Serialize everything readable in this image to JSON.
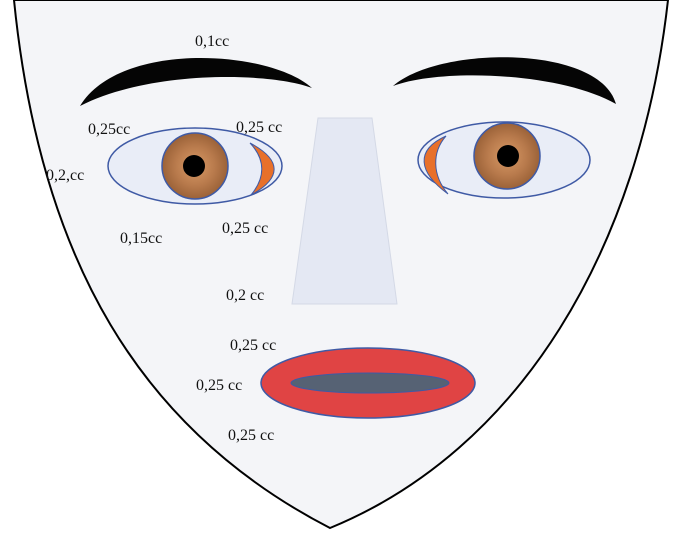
{
  "labels": {
    "eyebrow": "0,1cc",
    "upper_lid_inner": "0,25cc",
    "upper_lid_outer": "0,25 cc",
    "eye_inner_corner": "0,2,cc",
    "lower_lid_inner": "0,15cc",
    "lower_lid_outer": "0,25 cc",
    "nose": "0,2 cc",
    "lip_top": "0,25 cc",
    "lip_middle": "0,25 cc",
    "lip_bottom": "0,25 cc"
  },
  "colors": {
    "face_fill": "#f4f5f8",
    "outline": "#000000",
    "eyebrow": "#050505",
    "eye_white": "#e9edf7",
    "eye_outline": "#3f5aa5",
    "iris": "#b77a4e",
    "pupil": "#000000",
    "orange_accent": "#e8702a",
    "nose": "#e4e8f3",
    "lips": "#e04444",
    "mouth_gap": "#566274"
  }
}
